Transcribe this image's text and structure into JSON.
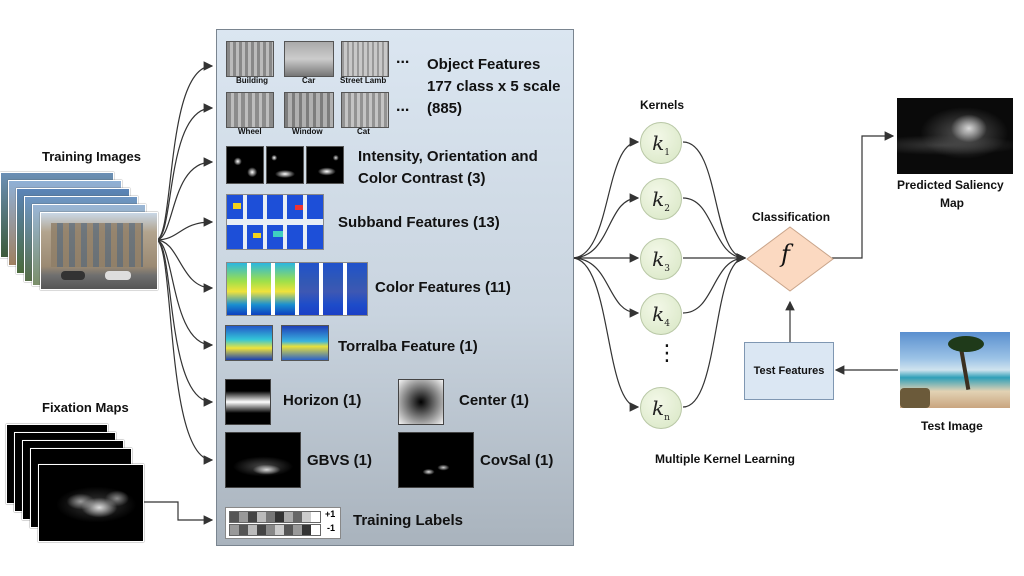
{
  "inputs": {
    "training_images_label": "Training Images",
    "fixation_maps_label": "Fixation Maps",
    "test_image_label": "Test Image"
  },
  "features": {
    "object_thumbs_row1": [
      "Building",
      "Car",
      "Street Lamb"
    ],
    "object_thumbs_row2": [
      "Wheel",
      "Window",
      "Cat"
    ],
    "ellipsis": "...",
    "object_line1": "Object Features",
    "object_line2": "177 class x 5 scale",
    "object_line3": "(885)",
    "intensity_line1": "Intensity, Orientation and",
    "intensity_line2": "Color Contrast (3)",
    "subband": "Subband Features (13)",
    "color": "Color Features (11)",
    "torralba": "Torralba Feature (1)",
    "horizon": "Horizon (1)",
    "center": "Center (1)",
    "gbvs": "GBVS (1)",
    "covsal": "CovSal (1)",
    "training_labels": "Training Labels",
    "label_pos": "+1",
    "label_neg": "-1"
  },
  "mkl": {
    "kernels_label": "Kernels",
    "kernel_symbol": "k",
    "kernel_subs": [
      "1",
      "2",
      "3",
      "4",
      "n"
    ],
    "vdots": "⋮",
    "caption": "Multiple Kernel Learning"
  },
  "classification": {
    "label": "Classification",
    "symbol": "f",
    "test_features": "Test Features",
    "output_line1": "Predicted Saliency",
    "output_line2": "Map"
  },
  "colors": {
    "panel_top": "#dbe6f1",
    "panel_bottom": "#a9b3bd",
    "kernel_fill": "#d7e6c3",
    "diamond_fill": "#fbd9c1",
    "test_features_fill": "#dbe7f3"
  }
}
